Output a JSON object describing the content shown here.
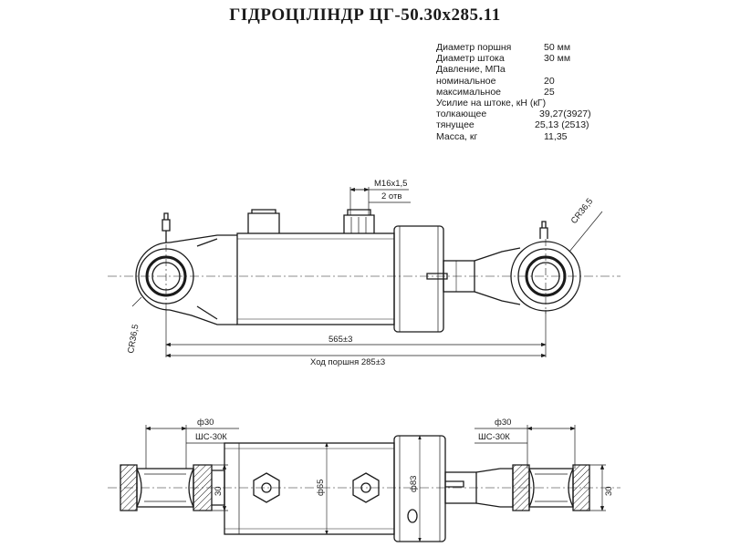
{
  "title": "ГІДРОЦІЛІНДР ЦГ-50.30х285.11",
  "specs": [
    {
      "label": "Диаметр поршня",
      "value": "50 мм"
    },
    {
      "label": "Диаметр штока",
      "value": "30 мм"
    },
    {
      "label": "Давление, МПа",
      "value": ""
    },
    {
      "label": "номинальное",
      "value": "20"
    },
    {
      "label": "максимальное",
      "value": "25"
    },
    {
      "label": "Усилие на штоке, кН (кГ)",
      "value": ""
    },
    {
      "label": "толкающее",
      "value": "39,27(3927)"
    },
    {
      "label": "тянущее",
      "value": "25,13 (2513)"
    },
    {
      "label": "Масса, кг",
      "value": "11,35"
    }
  ],
  "dimensions": {
    "thread": "M16x1,5",
    "holes": "2 отв",
    "radius_right": "CR36,5",
    "radius_left": "CR36,5",
    "length": "565±3",
    "stroke": "Ход поршня 285±3",
    "pin_left": "ф30",
    "bearing_left": "ШС-30К",
    "pin_right": "ф30",
    "bearing_right": "ШС-30К",
    "width_left": "30",
    "width_right": "30",
    "dia_tube": "ф65",
    "dia_head": "ф83"
  }
}
